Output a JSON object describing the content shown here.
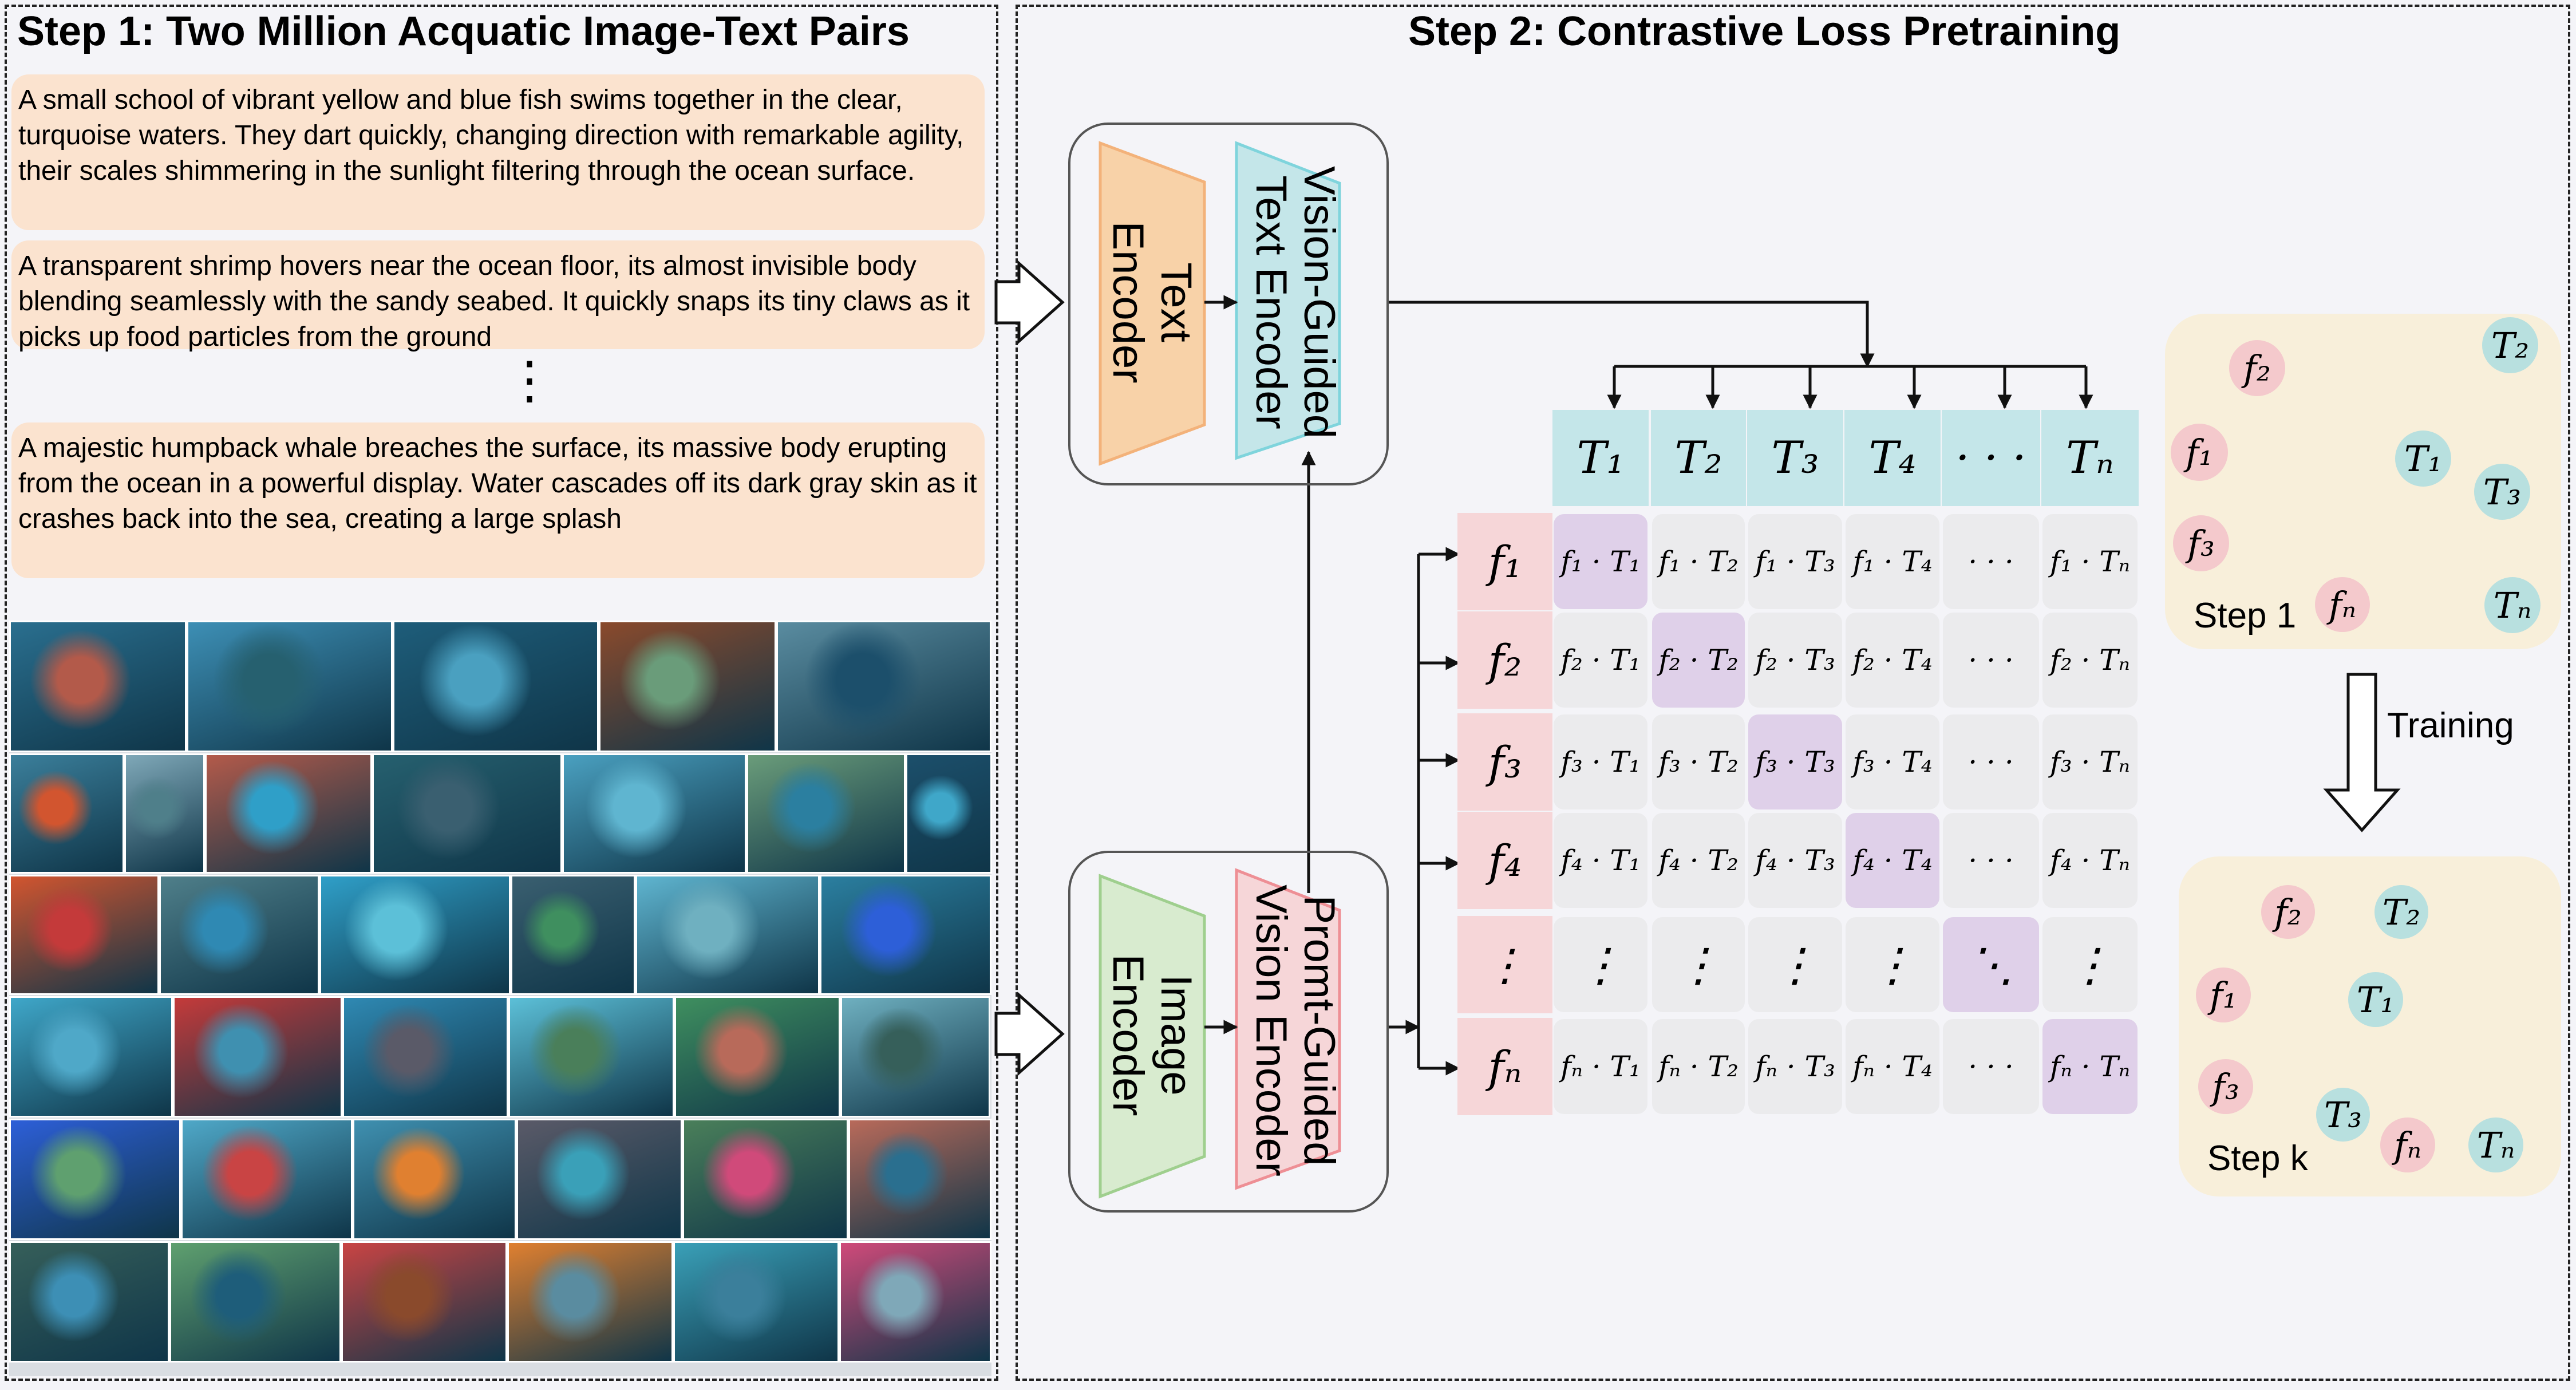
{
  "step1": {
    "title": "Step 1: Two Million Acquatic Image-Text Pairs",
    "captions": [
      "A small school of vibrant yellow and blue fish swims together in the clear, turquoise waters. They dart quickly, changing direction with remarkable agility, their scales shimmering in the sunlight filtering through the ocean surface.",
      "A transparent shrimp hovers near the ocean floor, its almost invisible body blending seamlessly with the sandy seabed. It quickly snaps its tiny claws as it picks up food particles from the ground",
      "A majestic humpback whale breaches the surface, its massive body erupting from the ocean in a powerful display. Water cascades off its dark gray skin as it crashes back into the sea, creating a large splash"
    ],
    "ellipsis": "⋮",
    "photo_colors": [
      "#2a6f8f",
      "#3d8fb5",
      "#1e5d7a",
      "#8a4a2c",
      "#5a8ca0",
      "#3b7f9b",
      "#7fa8b8",
      "#b35a4a",
      "#26606f",
      "#4aa0c0",
      "#6a9c7a",
      "#1c4f6b",
      "#d2552f",
      "#4f7f8a",
      "#2f9fc8",
      "#3a5f70",
      "#5fb5d0",
      "#2b7fa0",
      "#3fa7c9",
      "#c43a3a",
      "#2f89b3",
      "#5cc0d8",
      "#3f8f5f",
      "#6fb0c0",
      "#2d5fd8",
      "#4fa8c8",
      "#3f90b0",
      "#5a5a68",
      "#4a7f5a",
      "#b86a5a",
      "#365f5a",
      "#5fa06f",
      "#c94444",
      "#e08030",
      "#3aa0b8",
      "#d04a7a"
    ]
  },
  "step2": {
    "title": "Step 2: Contrastive Loss Pretraining",
    "text_encoder": "Text\nEncoder",
    "vision_guided_text_encoder": "Vision-Guided\nText Encoder",
    "image_encoder": "Image\nEncoder",
    "prompt_guided_vision_encoder": "Promt-Guided\nVision Encoder",
    "col_headers": [
      "T₁",
      "T₂",
      "T₃",
      "T₄",
      "· · ·",
      "Tₙ"
    ],
    "row_headers": [
      "f₁",
      "f₂",
      "f₃",
      "f₄",
      "⋮",
      "fₙ"
    ],
    "matrix": [
      [
        "f₁ · T₁",
        "f₁ · T₂",
        "f₁ · T₃",
        "f₁ · T₄",
        "· · ·",
        "f₁ · Tₙ"
      ],
      [
        "f₂ · T₁",
        "f₂ · T₂",
        "f₂ · T₃",
        "f₂ · T₄",
        "· · ·",
        "f₂ · Tₙ"
      ],
      [
        "f₃ · T₁",
        "f₃ · T₂",
        "f₃ · T₃",
        "f₃ · T₄",
        "· · ·",
        "f₃ · Tₙ"
      ],
      [
        "f₄ · T₁",
        "f₄ · T₂",
        "f₄ · T₃",
        "f₄ · T₄",
        "· · ·",
        "f₄ · Tₙ"
      ],
      [
        "⋮",
        "⋮",
        "⋮",
        "⋮",
        "⋱",
        "⋮"
      ],
      [
        "fₙ · T₁",
        "fₙ · T₂",
        "fₙ · T₃",
        "fₙ · T₄",
        "· · ·",
        "fₙ · Tₙ"
      ]
    ],
    "training_label": "Training",
    "step1_label": "Step 1",
    "stepk_label": "Step k",
    "nodes": {
      "f1": "f₁",
      "f2": "f₂",
      "f3": "f₃",
      "fn": "fₙ",
      "t1": "T₁",
      "t2": "T₂",
      "t3": "T₃",
      "tn": "Tₙ"
    }
  },
  "colors": {
    "caption_bg": "#fbe3cf",
    "text_encoder": "#f8d2a8",
    "vision_guided": "#c4e6e9",
    "image_encoder": "#d8ebcf",
    "prompt_guided": "#f6d6d8",
    "diag": "#dfd0e9",
    "step_bg": "#f8efda"
  }
}
